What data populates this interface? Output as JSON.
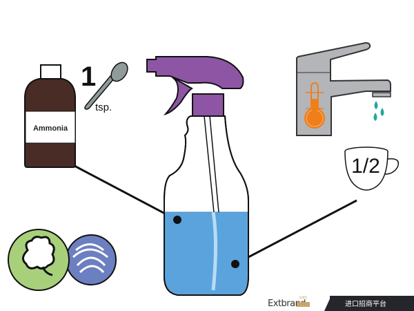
{
  "illustration": {
    "ammonia_label": "Ammonia",
    "spoon_amount": "1",
    "spoon_unit": "tsp.",
    "cup_amount": "1/2",
    "colors": {
      "ammonia_bottle": "#4a2c26",
      "spray_trigger": "#8e55a5",
      "liquid": "#5ba3dc",
      "thermometer": "#ef7f1a",
      "faucet": "#b3b5b8",
      "water_drops": "#24a79a",
      "cotton_circle": "#a8d07b",
      "wool_circle": "#6c7fc1"
    }
  },
  "footer": {
    "logo_text": "Extbrand",
    "logo_domain": ".com",
    "tagline": "进口招商平台"
  }
}
